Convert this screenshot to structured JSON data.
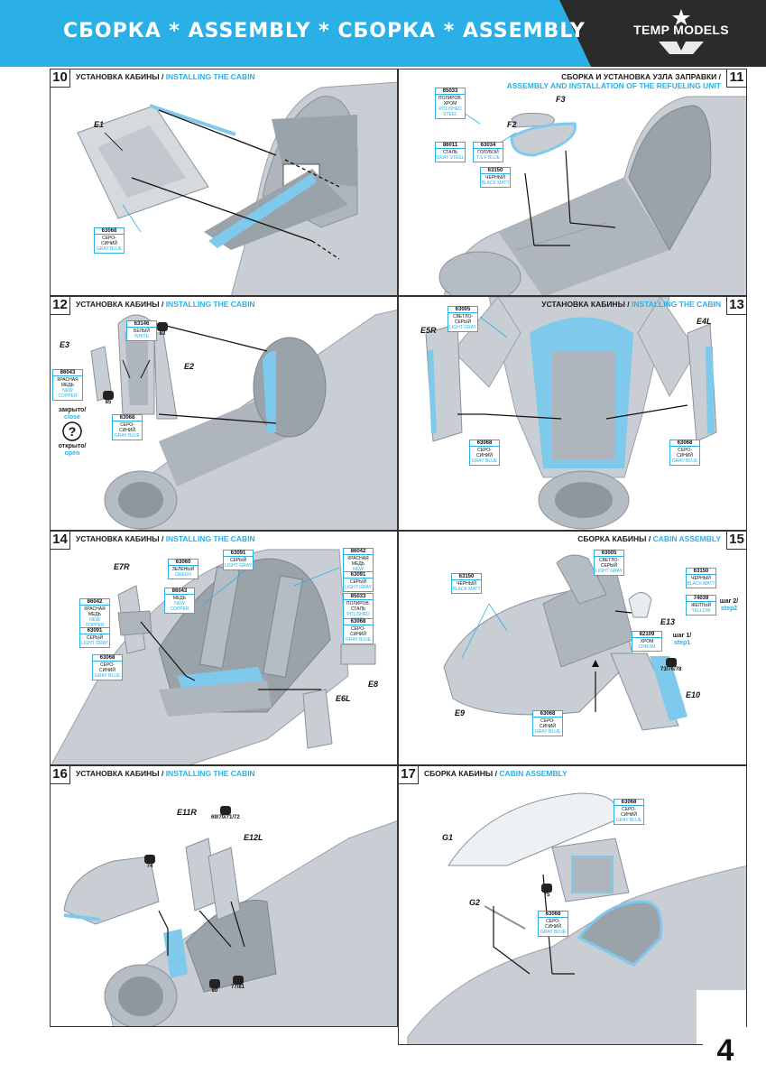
{
  "header": {
    "title": "СБОРКА * ASSEMBLY * СБОРКА * ASSEMBLY",
    "brand": "TEMP MODELS"
  },
  "colors": {
    "accent": "#2ab0e6",
    "dark": "#2b2b2b",
    "part_gray": "#c3c9cf"
  },
  "page_number": "4",
  "steps": [
    {
      "num": "10",
      "title_ru": "УСТАНОВКА КАБИНЫ / ",
      "title_en": "INSTALLING THE CABIN",
      "parts": [
        "E1"
      ],
      "paints": [
        {
          "code": "63068",
          "names": [
            "СЕРО-",
            "СИНИЙ"
          ],
          "en": "GRAY BLUE"
        }
      ]
    },
    {
      "num": "11",
      "title_ru": "СБОРКА И УСТАНОВКА УЗЛА ЗАПРАВКИ /",
      "title_en": "ASSEMBLY AND INSTALLATION OF THE REFUELING UNIT",
      "parts": [
        "F3",
        "F2"
      ],
      "paints": [
        {
          "code": "85033",
          "names": [
            "ПОЛИРОВ.",
            "ХРОМ"
          ],
          "en": "POLISHED STEEL"
        },
        {
          "code": "86011",
          "names": [
            "СТАЛЬ"
          ],
          "en": "GRAY STEEL"
        },
        {
          "code": "63034",
          "names": [
            "ГОЛУБОЙ"
          ],
          "en": "T.S.F BLUE"
        },
        {
          "code": "63150",
          "names": [
            "ЧЕРНЫЙ"
          ],
          "en": "BLACK MATT"
        }
      ]
    },
    {
      "num": "12",
      "title_ru": "УСТАНОВКА КАБИНЫ / ",
      "title_en": "INSTALLING THE CABIN",
      "parts": [
        "E3",
        "E2"
      ],
      "paints": [
        {
          "code": "63146",
          "names": [
            "БЕЛЫЙ"
          ],
          "en": "WHITE"
        },
        {
          "code": "86043",
          "names": [
            "КРАСНАЯ",
            "МЕДЬ"
          ],
          "en": "NEW COPPER"
        },
        {
          "code": "63068",
          "names": [
            "СЕРО-",
            "СИНИЙ"
          ],
          "en": "GRAY BLUE"
        }
      ],
      "marks": [
        "83",
        "85"
      ],
      "note_ru_top": "закрыто/",
      "note_en_top": "close",
      "note_ru_bottom": "открыто/",
      "note_en_bottom": "open"
    },
    {
      "num": "13",
      "title_ru": "УСТАНОВКА КАБИНЫ / ",
      "title_en": "INSTALLING THE CABIN",
      "parts": [
        "E5R",
        "E4L"
      ],
      "paints": [
        {
          "code": "63005",
          "names": [
            "СВЕТЛО-",
            "СЕРЫЙ"
          ],
          "en": "LIGHT GRAY"
        },
        {
          "code": "63068",
          "names": [
            "СЕРО-",
            "СИНИЙ"
          ],
          "en": "GRAY BLUE"
        },
        {
          "code": "63068",
          "names": [
            "СЕРО-",
            "СИНИЙ"
          ],
          "en": "GRAY BLUE"
        }
      ]
    },
    {
      "num": "14",
      "title_ru": "УСТАНОВКА КАБИНЫ / ",
      "title_en": "INSTALLING THE CABIN",
      "parts": [
        "E7R",
        "E8",
        "E6L"
      ],
      "paints": [
        {
          "code": "63091",
          "names": [
            "СЕРЫЙ"
          ],
          "en": "LIGHT GRAY"
        },
        {
          "code": "63060",
          "names": [
            "ЗЕЛЕНЫЙ"
          ],
          "en": "GREEN"
        },
        {
          "code": "86043",
          "names": [
            "МЕДЬ"
          ],
          "en": "NEW COPPER"
        },
        {
          "code": "86042",
          "names": [
            "КРАСНАЯ",
            "МЕДЬ"
          ],
          "en": "NEW COPPER"
        },
        {
          "code": "63091",
          "names": [
            "СЕРЫЙ"
          ],
          "en": "LIGHT GRAY"
        },
        {
          "code": "63068",
          "names": [
            "СЕРО-",
            "СИНИЙ"
          ],
          "en": "GRAY BLUE"
        },
        {
          "code": "86042",
          "names": [
            "КРАСНАЯ",
            "МЕДЬ"
          ],
          "en": "NEW COPPER"
        },
        {
          "code": "63091",
          "names": [
            "СЕРЫЙ"
          ],
          "en": "LIGHT GRAY"
        },
        {
          "code": "85033",
          "names": [
            "ПОЛИРОВ.",
            "СТАЛЬ"
          ],
          "en": "POLISHED STEEL"
        },
        {
          "code": "63068",
          "names": [
            "СЕРО-",
            "СИНИЙ"
          ],
          "en": "GRAY BLUE"
        }
      ]
    },
    {
      "num": "15",
      "title_ru": "СБОРКА КАБИНЫ / ",
      "title_en": "CABIN ASSEMBLY",
      "parts": [
        "E13",
        "E9",
        "E10"
      ],
      "paints": [
        {
          "code": "63005",
          "names": [
            "СВЕТЛО-",
            "СЕРЫЙ"
          ],
          "en": "LIGHT GRAY"
        },
        {
          "code": "63150",
          "names": [
            "ЧЕРНЫЙ"
          ],
          "en": "BLACK MATT"
        },
        {
          "code": "63150",
          "names": [
            "ЧЕРНЫЙ"
          ],
          "en": "BLACK MATT"
        },
        {
          "code": "74039",
          "names": [
            "ЖЕЛТЫЙ"
          ],
          "en": "YELLOW"
        },
        {
          "code": "82109",
          "names": [
            "ХРОМ"
          ],
          "en": "CHROM"
        },
        {
          "code": "63068",
          "names": [
            "СЕРО-",
            "СИНИЙ"
          ],
          "en": "GRAY BLUE"
        }
      ],
      "marks": [
        "73/76/78"
      ],
      "step2_ru": "шаг 2/",
      "step2_en": "step2",
      "step1_ru": "шаг 1/",
      "step1_en": "step1"
    },
    {
      "num": "16",
      "title_ru": "УСТАНОВКА КАБИНЫ / ",
      "title_en": "INSTALLING THE CABIN",
      "parts": [
        "E11R",
        "E12L"
      ],
      "paints": [],
      "marks": [
        "69/70/71/72",
        "74",
        "80",
        "77/81"
      ]
    },
    {
      "num": "17",
      "title_ru": "СБОРКА КАБИНЫ / ",
      "title_en": "CABIN ASSEMBLY",
      "parts": [
        "G1",
        "G2"
      ],
      "paints": [
        {
          "code": "63068",
          "names": [
            "СЕРО-",
            "СИНИЙ"
          ],
          "en": "GRAY BLUE"
        },
        {
          "code": "63068",
          "names": [
            "СЕРО-",
            "СИНИЙ"
          ],
          "en": "GRAY BLUE"
        }
      ],
      "marks": [
        "75"
      ]
    }
  ]
}
